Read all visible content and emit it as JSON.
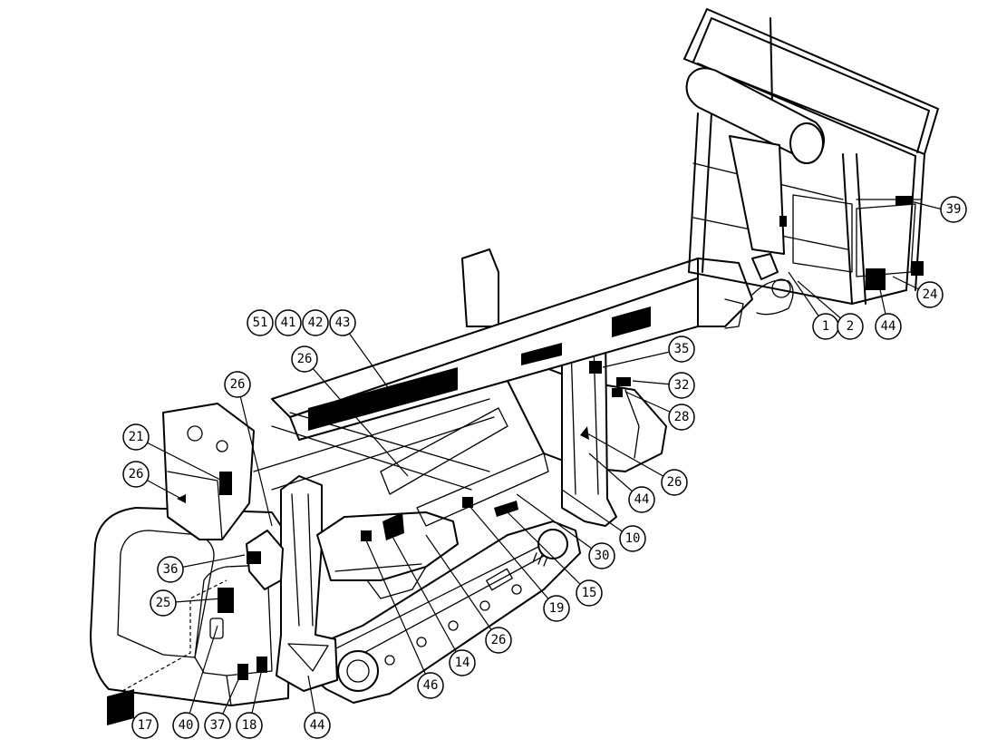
{
  "callouts": [
    {
      "id": "c51",
      "label": "51"
    },
    {
      "id": "c41",
      "label": "41"
    },
    {
      "id": "c42",
      "label": "42"
    },
    {
      "id": "c43",
      "label": "43"
    },
    {
      "id": "c26a",
      "label": "26"
    },
    {
      "id": "c26b",
      "label": "26"
    },
    {
      "id": "c21",
      "label": "21"
    },
    {
      "id": "c26c",
      "label": "26"
    },
    {
      "id": "c36",
      "label": "36"
    },
    {
      "id": "c25",
      "label": "25"
    },
    {
      "id": "c17",
      "label": "17"
    },
    {
      "id": "c40",
      "label": "40"
    },
    {
      "id": "c37",
      "label": "37"
    },
    {
      "id": "c18",
      "label": "18"
    },
    {
      "id": "c44a",
      "label": "44"
    },
    {
      "id": "c46",
      "label": "46"
    },
    {
      "id": "c14",
      "label": "14"
    },
    {
      "id": "c26d",
      "label": "26"
    },
    {
      "id": "c19",
      "label": "19"
    },
    {
      "id": "c15",
      "label": "15"
    },
    {
      "id": "c30",
      "label": "30"
    },
    {
      "id": "c10",
      "label": "10"
    },
    {
      "id": "c44b",
      "label": "44"
    },
    {
      "id": "c26e",
      "label": "26"
    },
    {
      "id": "c28",
      "label": "28"
    },
    {
      "id": "c32",
      "label": "32"
    },
    {
      "id": "c35",
      "label": "35"
    },
    {
      "id": "c1",
      "label": "1"
    },
    {
      "id": "c2",
      "label": "2"
    },
    {
      "id": "c44c",
      "label": "44"
    },
    {
      "id": "c24",
      "label": "24"
    },
    {
      "id": "c39",
      "label": "39"
    }
  ]
}
